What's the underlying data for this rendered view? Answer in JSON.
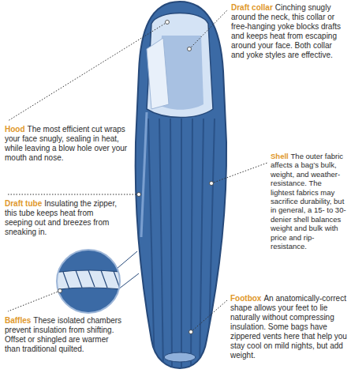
{
  "diagram": {
    "labels": [
      "Draft collar",
      "Cinching snugly around the neck, this collar or free-hanging yoke blocks drafts and keeps heat from escaping around your face. Both collar and yoke styles are effective.",
      "Hood",
      "The most efficient cut wraps your face snugly, sealing in heat, while leaving a blow hole over your mouth and nose.",
      "Shell",
      "The outer fabric affects a bag’s bulk, weight, and weather-resistance. The lightest fabrics may sacrifice durability, but in general, a 15- to 30-denier shell balances weight and bulk with price and rip-resistance.",
      "Draft tube",
      "Insulating the zipper, this tube keeps heat from seeping out and breezes from sneaking in.",
      "Footbox",
      "An anatomically-correct shape allows your feet to lie naturally without compressing insulation. Some bags have zippered vents here that help you stay cool on mild nights, but add weight.",
      "Baffles",
      "These isolated chambers prevent insulation from shifting. Offset or shingled are warmer than traditional quilted."
    ]
  }
}
